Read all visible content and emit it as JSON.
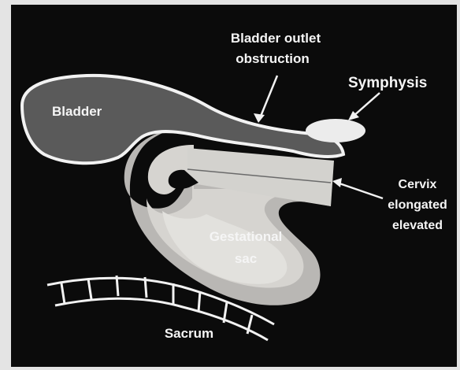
{
  "colors": {
    "background": "#0b0b0b",
    "frame": "#e4e4e4",
    "bladder_fill": "#5a5a5a",
    "outline": "#f2f2f2",
    "uterus_wall": "#b9b7b4",
    "uterus_inner": "#d6d4d0",
    "gestational_sac": "#e2e1dd",
    "cervix": "#d3d2ce",
    "symphysis": "#ececec",
    "text": "#f5f5f5"
  },
  "labels": {
    "bladder": "Bladder",
    "bladder_outlet_line1": "Bladder outlet",
    "bladder_outlet_line2": "obstruction",
    "symphysis": "Symphysis",
    "cervix_line1": "Cervix",
    "cervix_line2": "elongated",
    "cervix_line3": "elevated",
    "gestational_line1": "Gestational",
    "gestational_line2": "sac",
    "sacrum": "Sacrum"
  }
}
